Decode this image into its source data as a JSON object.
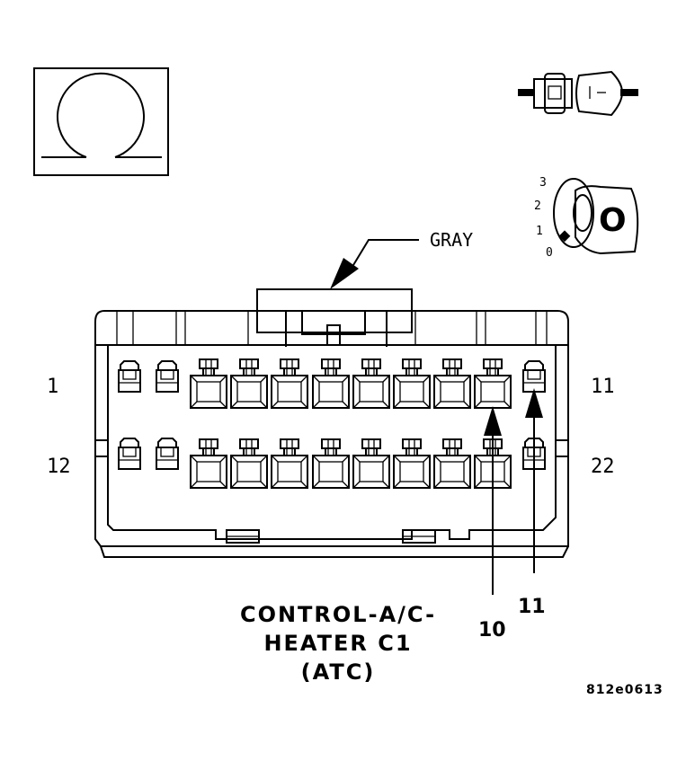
{
  "symbol": {
    "icon": "ohm-icon"
  },
  "connector_icon": {
    "icon": "connector-icon"
  },
  "ignition": {
    "icon": "ignition-key-icon",
    "positions": [
      "3",
      "2",
      "1",
      "0"
    ],
    "key_label": "O"
  },
  "color_label": "GRAY",
  "pin_labels": {
    "top_left": "1",
    "top_right": "11",
    "bottom_left": "12",
    "bottom_right": "22"
  },
  "callouts": {
    "pin_10": "10",
    "pin_11": "11"
  },
  "title_lines": [
    "CONTROL-A/C-",
    "HEATER C1",
    "(ATC)"
  ],
  "figure_id": "812e0613"
}
